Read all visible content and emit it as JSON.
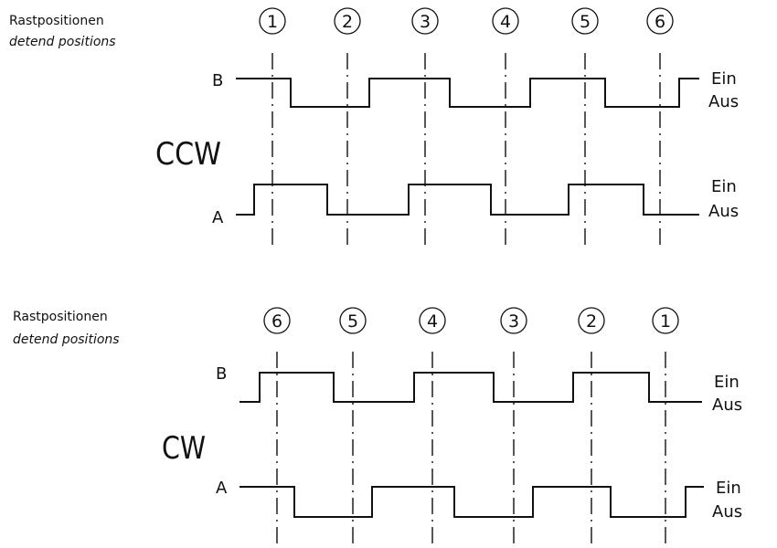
{
  "top": {
    "title_de": "Rastpositionen",
    "title_en": "detend positions",
    "direction": "CCW",
    "positions": [
      "1",
      "2",
      "3",
      "4",
      "5",
      "6"
    ],
    "signal_b": "B",
    "signal_a": "A",
    "b_on": "Ein",
    "b_off": "Aus",
    "a_on": "Ein",
    "a_off": "Aus"
  },
  "bottom": {
    "title_de": "Rastpositionen",
    "title_en": "detend positions",
    "direction": "CW",
    "positions": [
      "6",
      "5",
      "4",
      "3",
      "2",
      "1"
    ],
    "signal_b": "B",
    "signal_a": "A",
    "b_on": "Ein",
    "b_off": "Aus",
    "a_on": "Ein",
    "a_off": "Aus"
  }
}
